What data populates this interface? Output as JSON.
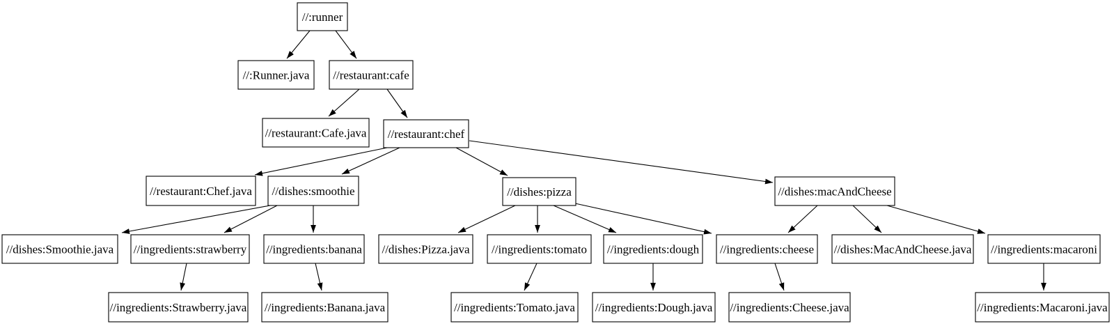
{
  "canvas": {
    "background_color": "#ffffff",
    "node_fill_color": "#ffffff",
    "node_border_color": "#000000",
    "edge_color": "#000000",
    "text_color": "#000000"
  },
  "graph": {
    "type": "dependency-tree",
    "nodes": {
      "runner": {
        "label": "//:runner"
      },
      "runner_java": {
        "label": "//:Runner.java"
      },
      "cafe": {
        "label": "//restaurant:cafe"
      },
      "cafe_java": {
        "label": "//restaurant:Cafe.java"
      },
      "chef": {
        "label": "//restaurant:chef"
      },
      "chef_java": {
        "label": "//restaurant:Chef.java"
      },
      "smoothie": {
        "label": "//dishes:smoothie"
      },
      "pizza": {
        "label": "//dishes:pizza"
      },
      "macandcheese": {
        "label": "//dishes:macAndCheese"
      },
      "smoothie_java": {
        "label": "//dishes:Smoothie.java"
      },
      "strawberry": {
        "label": "//ingredients:strawberry"
      },
      "banana": {
        "label": "//ingredients:banana"
      },
      "pizza_java": {
        "label": "//dishes:Pizza.java"
      },
      "tomato": {
        "label": "//ingredients:tomato"
      },
      "dough": {
        "label": "//ingredients:dough"
      },
      "cheese": {
        "label": "//ingredients:cheese"
      },
      "macandcheese_java": {
        "label": "//dishes:MacAndCheese.java"
      },
      "macaroni": {
        "label": "//ingredients:macaroni"
      },
      "strawberry_java": {
        "label": "//ingredients:Strawberry.java"
      },
      "banana_java": {
        "label": "//ingredients:Banana.java"
      },
      "tomato_java": {
        "label": "//ingredients:Tomato.java"
      },
      "dough_java": {
        "label": "//ingredients:Dough.java"
      },
      "cheese_java": {
        "label": "//ingredients:Cheese.java"
      },
      "macaroni_java": {
        "label": "//ingredients:Macaroni.java"
      }
    },
    "edges": [
      {
        "from": "runner",
        "to": "runner_java"
      },
      {
        "from": "runner",
        "to": "cafe"
      },
      {
        "from": "cafe",
        "to": "cafe_java"
      },
      {
        "from": "cafe",
        "to": "chef"
      },
      {
        "from": "chef",
        "to": "chef_java"
      },
      {
        "from": "chef",
        "to": "smoothie"
      },
      {
        "from": "chef",
        "to": "pizza"
      },
      {
        "from": "chef",
        "to": "macandcheese"
      },
      {
        "from": "smoothie",
        "to": "smoothie_java"
      },
      {
        "from": "smoothie",
        "to": "strawberry"
      },
      {
        "from": "smoothie",
        "to": "banana"
      },
      {
        "from": "pizza",
        "to": "pizza_java"
      },
      {
        "from": "pizza",
        "to": "tomato"
      },
      {
        "from": "pizza",
        "to": "dough"
      },
      {
        "from": "pizza",
        "to": "cheese"
      },
      {
        "from": "macandcheese",
        "to": "cheese"
      },
      {
        "from": "macandcheese",
        "to": "macandcheese_java"
      },
      {
        "from": "macandcheese",
        "to": "macaroni"
      },
      {
        "from": "strawberry",
        "to": "strawberry_java"
      },
      {
        "from": "banana",
        "to": "banana_java"
      },
      {
        "from": "tomato",
        "to": "tomato_java"
      },
      {
        "from": "dough",
        "to": "dough_java"
      },
      {
        "from": "cheese",
        "to": "cheese_java"
      },
      {
        "from": "macaroni",
        "to": "macaroni_java"
      }
    ]
  }
}
